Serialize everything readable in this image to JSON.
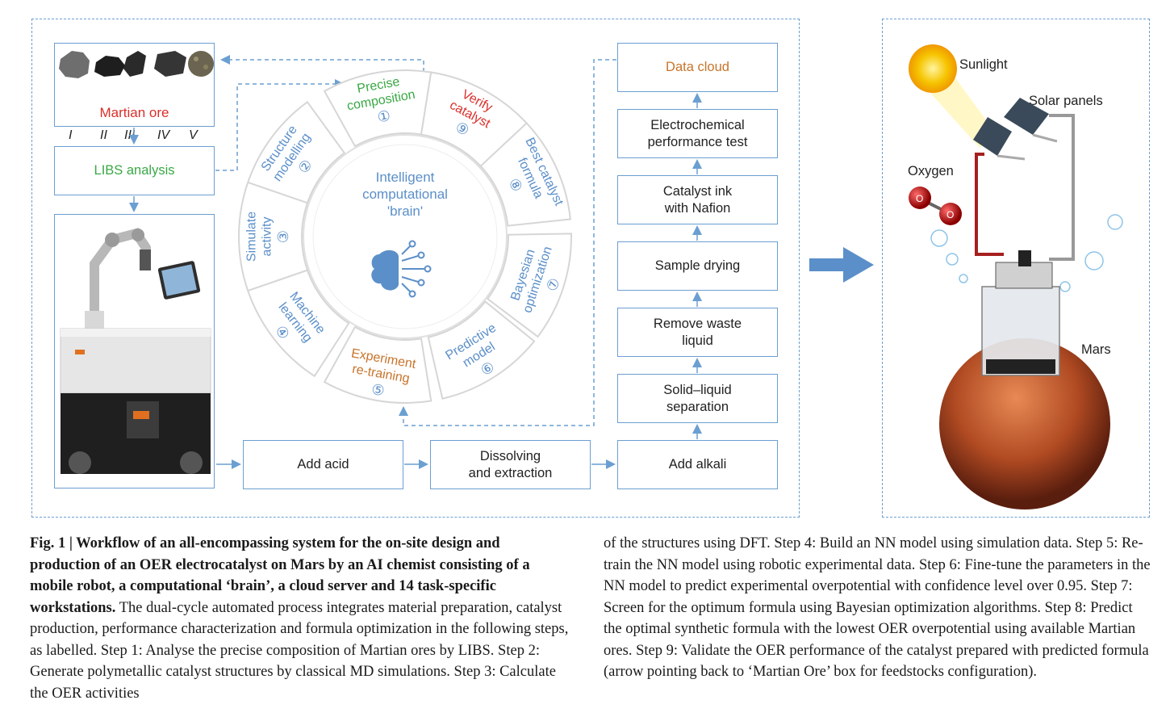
{
  "left_panel": {
    "ore_box": {
      "numerals": [
        "I",
        "II",
        "III",
        "IV",
        "V"
      ],
      "label": "Martian ore"
    },
    "libs_label": "LIBS analysis"
  },
  "wheel": {
    "center_title": "Intelligent\ncomputational\n'brain'",
    "steps": [
      {
        "label": "Precise\ncomposition",
        "num": "①"
      },
      {
        "label": "Structure\nmodelling",
        "num": "②"
      },
      {
        "label": "Simulate\nactivity",
        "num": "③"
      },
      {
        "label": "Machine\nlearning",
        "num": "④"
      },
      {
        "label": "Experiment\nre-training",
        "num": "⑤"
      },
      {
        "label": "Predictive\nmodel",
        "num": "⑥"
      },
      {
        "label": "Bayesian\noptimization",
        "num": "⑦"
      },
      {
        "label": "Best catalyst\nformula",
        "num": "⑧"
      },
      {
        "label": "Verify\ncatalyst",
        "num": "⑨"
      }
    ]
  },
  "workflow": {
    "bottom": [
      "Add acid",
      "Dissolving\nand extraction",
      "Add alkali"
    ],
    "column": [
      "Solid–liquid\nseparation",
      "Remove waste\nliquid",
      "Sample drying",
      "Catalyst ink\nwith Nafion",
      "Electrochemical\nperformance test",
      "Data cloud"
    ]
  },
  "mars_panel": {
    "sunlight": "Sunlight",
    "solar_panels": "Solar panels",
    "oxygen": "Oxygen",
    "atom": "O",
    "mars": "Mars"
  },
  "caption": {
    "lead": "Fig. 1 | Workflow of an all-encompassing system for the on-site design and production of an OER electrocatalyst on Mars by an AI chemist consisting of a mobile robot, a computational ‘brain’, a cloud server and 14 task-specific workstations.",
    "body_left": "The dual-cycle automated process integrates material preparation, catalyst production, performance characterization and formula optimization in the following steps, as labelled. Step 1: Analyse the precise composition of Martian ores by LIBS. Step 2: Generate polymetallic catalyst structures by classical MD simulations. Step 3: Calculate the OER activities",
    "body_right": "of the structures using DFT. Step 4: Build an NN model using simulation data. Step 5: Re-train the NN model using robotic experimental data. Step 6: Fine-tune the parameters in the NN model to predict experimental overpotential with confidence level over 0.95. Step 7: Screen for the optimum formula using Bayesian optimization algorithms. Step 8: Predict the optimal synthetic formula with the lowest OER overpotential using available Martian ores. Step 9: Validate the OER performance of the catalyst prepared with predicted formula (arrow pointing back to ‘Martian Ore’ box for feedstocks configuration)."
  },
  "colors": {
    "box_border": "#6b9fd1",
    "green": "#3aa845",
    "red": "#d9302b",
    "orange": "#c8742a",
    "blue_text": "#5b8fc9"
  }
}
